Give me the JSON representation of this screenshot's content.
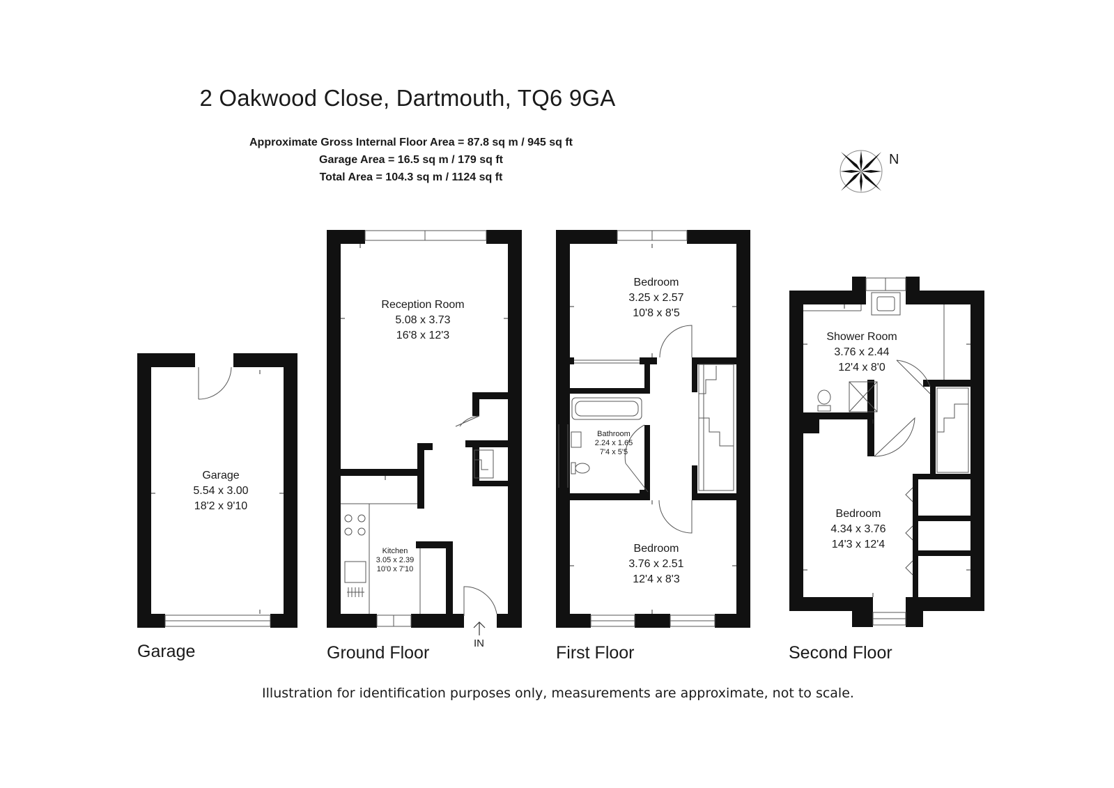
{
  "header": {
    "title": "2 Oakwood Close, Dartmouth, TQ6 9GA",
    "gross_area": "Approximate Gross Internal Floor Area  = 87.8 sq m  / 945 sq ft",
    "garage_area": "Garage Area = 16.5 sq m  / 179 sq ft",
    "total_area": "Total Area = 104.3 sq m  / 1124 sq ft"
  },
  "compass": {
    "label": "N",
    "icon": "compass-rose-icon"
  },
  "floors": {
    "garage": "Garage",
    "ground": "Ground Floor",
    "first": "First Floor",
    "second": "Second Floor"
  },
  "entrance": {
    "label": "IN"
  },
  "rooms": {
    "garage": {
      "name": "Garage",
      "metric": "5.54 x 3.00",
      "imperial": "18'2 x 9'10"
    },
    "reception": {
      "name": "Reception Room",
      "metric": "5.08 x 3.73",
      "imperial": "16'8 x 12'3"
    },
    "kitchen": {
      "name": "Kitchen",
      "metric": "3.05 x 2.39",
      "imperial": "10'0 x 7'10"
    },
    "first_bedroom_front": {
      "name": "Bedroom",
      "metric": "3.25 x 2.57",
      "imperial": "10'8 x 8'5"
    },
    "bathroom": {
      "name": "Bathroom",
      "metric": "2.24 x 1.65",
      "imperial": "7'4 x 5'5"
    },
    "first_bedroom_rear": {
      "name": "Bedroom",
      "metric": "3.76 x 2.51",
      "imperial": "12'4 x 8'3"
    },
    "shower_room": {
      "name": "Shower Room",
      "metric": "3.76 x 2.44",
      "imperial": "12'4 x 8'0"
    },
    "second_bedroom": {
      "name": "Bedroom",
      "metric": "4.34 x 3.76",
      "imperial": "14'3 x 12'4"
    }
  },
  "footer": {
    "disclaimer": "Illustration for identification purposes only, measurements are approximate, not to scale."
  },
  "colors": {
    "wall": "#111111",
    "line": "#555555",
    "background": "#ffffff"
  }
}
